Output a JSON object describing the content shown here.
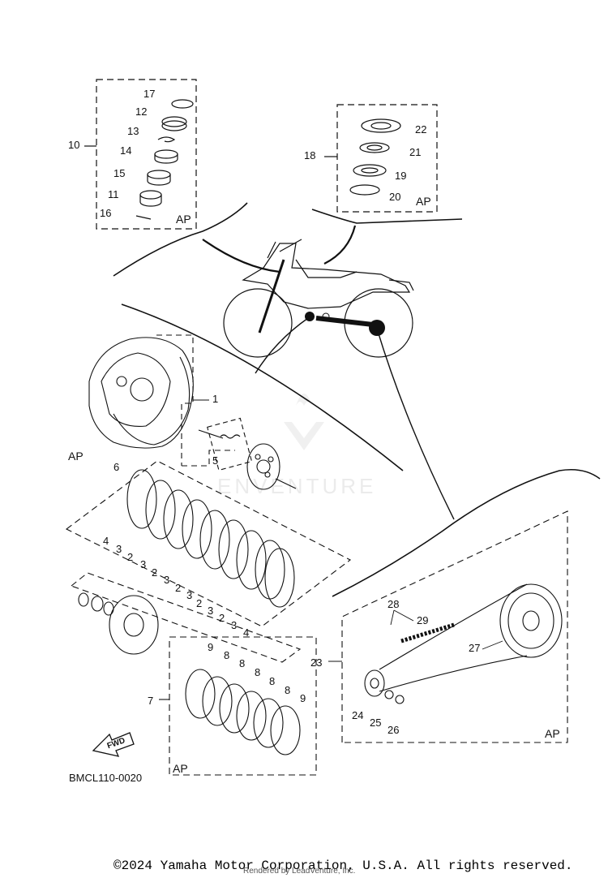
{
  "diagram": {
    "callouts": {
      "c1": "1",
      "c2a": "2",
      "c2b": "2",
      "c2c": "2",
      "c2d": "2",
      "c2e": "2",
      "c3a": "3",
      "c3b": "3",
      "c3c": "3",
      "c3d": "3",
      "c3e": "3",
      "c3f": "3",
      "c4a": "4",
      "c4b": "4",
      "c5": "5",
      "c6": "6",
      "c7": "7",
      "c8a": "8",
      "c8b": "8",
      "c8c": "8",
      "c8d": "8",
      "c8e": "8",
      "c9a": "9",
      "c9b": "9",
      "c10": "10",
      "c11": "11",
      "c12": "12",
      "c13": "13",
      "c14": "14",
      "c15": "15",
      "c16": "16",
      "c17": "17",
      "c18": "18",
      "c19": "19",
      "c20": "20",
      "c21": "21",
      "c22": "22",
      "c23": "23",
      "c24": "24",
      "c25": "25",
      "c26": "26",
      "c27": "27",
      "c28": "28",
      "c29": "29"
    },
    "ap_label": "AP",
    "fwd_label": "FWD",
    "diagram_code": "BMCL110-0020",
    "watermark": "ENVENTURE"
  },
  "footer": {
    "copyright": "©2024 Yamaha Motor Corporation, U.S.A. All rights reserved.",
    "rendered_by": "Rendered by LeadVenture, Inc."
  }
}
